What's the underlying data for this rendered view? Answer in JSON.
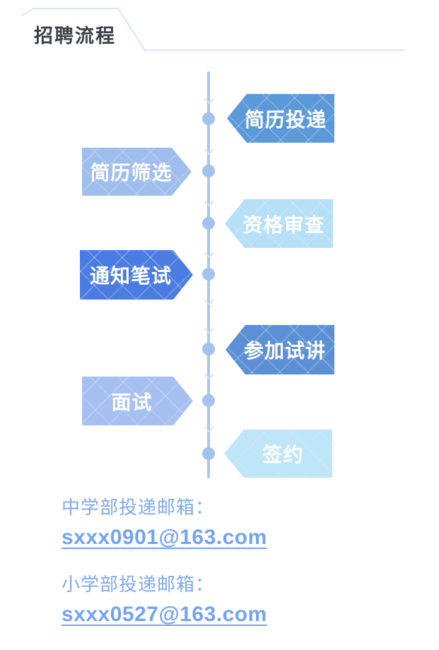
{
  "header": {
    "title": "招聘流程",
    "decor_color": "#ccdcf5"
  },
  "flow": {
    "line_color": "#a9c6f1",
    "node_color": "#a4c2ef",
    "steps": [
      {
        "label": "简历投递",
        "side": "right",
        "color": "#5b99d8"
      },
      {
        "label": "简历筛选",
        "side": "left",
        "color": "#9fbeed"
      },
      {
        "label": "资格审查",
        "side": "right",
        "color": "#b5e0f8"
      },
      {
        "label": "通知笔试",
        "side": "left",
        "color": "#4a7ce2"
      },
      {
        "label": "参加试讲",
        "side": "right",
        "color": "#5c90d6"
      },
      {
        "label": "面试",
        "side": "left",
        "color": "#a6c0f2"
      },
      {
        "label": "签约",
        "side": "right",
        "color": "#bee5f8"
      }
    ]
  },
  "contacts": [
    {
      "label": "中学部投递邮箱：",
      "email": "sxxx0901@163.com"
    },
    {
      "label": "小学部投递邮箱：",
      "email": "sxxx0527@163.com"
    }
  ],
  "text_colors": {
    "title": "#3d4148",
    "step_text": "#ffffff",
    "contact_label": "#7fa9f3",
    "contact_email": "#75a3f4"
  }
}
